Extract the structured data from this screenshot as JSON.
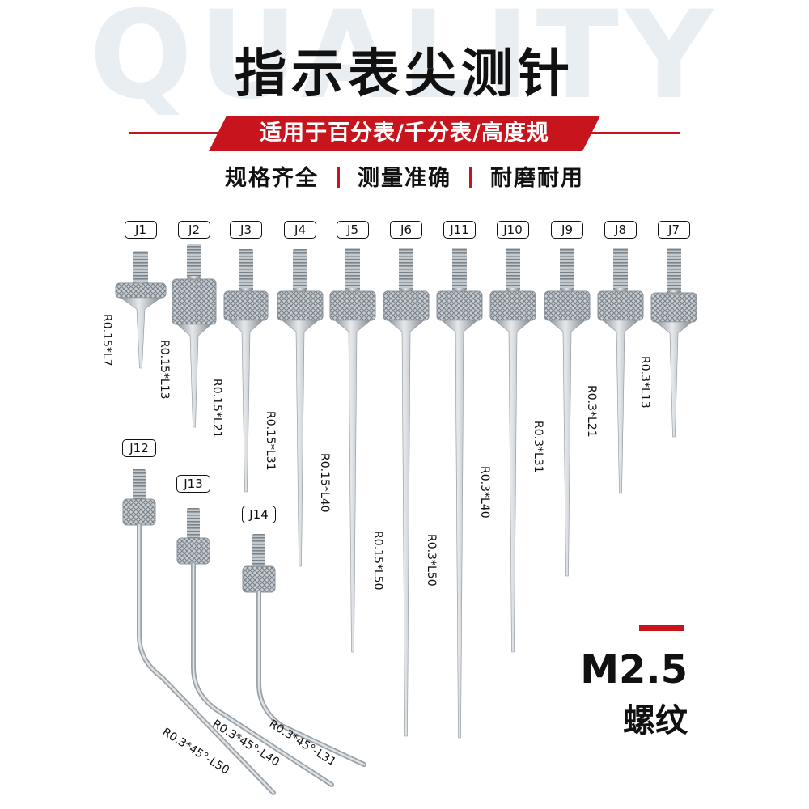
{
  "header": {
    "watermark": "QUALITY",
    "title": "指示表尖测针",
    "banner": "适用于百分表/千分表/高度规",
    "features": [
      "规格齐全",
      "测量准确",
      "耐磨耐用"
    ]
  },
  "probes": [
    {
      "id": "J1",
      "spec": "R0.15*L7"
    },
    {
      "id": "J2",
      "spec": "R0.15*L13"
    },
    {
      "id": "J3",
      "spec": "R0.15*L21"
    },
    {
      "id": "J4",
      "spec": "R0.15*L31"
    },
    {
      "id": "J5",
      "spec": "R0.15*L40"
    },
    {
      "id": "J6",
      "spec": "R0.15*L50"
    },
    {
      "id": "J11",
      "spec": "R0.3*L50"
    },
    {
      "id": "J10",
      "spec": "R0.3*L40"
    },
    {
      "id": "J9",
      "spec": "R0.3*L31"
    },
    {
      "id": "J8",
      "spec": "R0.3*L21"
    },
    {
      "id": "J7",
      "spec": "R0.3*L13"
    },
    {
      "id": "J12",
      "spec": "R0.3*45°-L50"
    },
    {
      "id": "J13",
      "spec": "R0.3*45°-L40"
    },
    {
      "id": "J14",
      "spec": "R0.3*45°-L31"
    }
  ],
  "thread": {
    "size": "M2.5",
    "label": "螺纹"
  },
  "colors": {
    "accent": "#c8141c",
    "text": "#111111",
    "watermark": "#e9eef2",
    "steel": "#b9bec3"
  }
}
